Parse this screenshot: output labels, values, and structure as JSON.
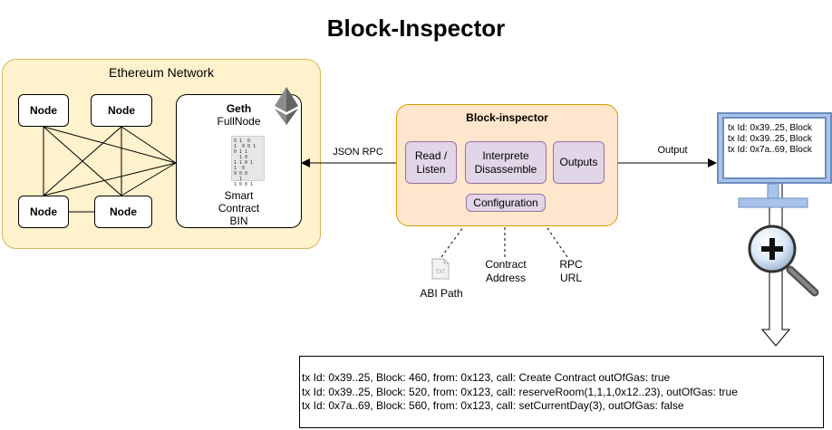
{
  "title": "Block-Inspector",
  "network": {
    "label": "Ethereum Network",
    "nodes": [
      "Node",
      "Node",
      "Node",
      "Node"
    ],
    "geth": {
      "title": "Geth",
      "subtitle": "FullNode",
      "contract_lines": [
        "Smart",
        "Contract",
        "BIN"
      ]
    }
  },
  "inspector": {
    "title": "Block-inspector",
    "read_listen": "Read / Listen",
    "interpret": "Interprete Disassemble",
    "outputs": "Outputs",
    "configuration": "Configuration"
  },
  "edges": {
    "json_rpc": "JSON RPC",
    "output": "Output"
  },
  "inputs": {
    "abi_icon_text": "TXT",
    "abi_path": "ABI Path",
    "contract_address": "Contract Address",
    "rpc_url": "RPC URL"
  },
  "monitor": {
    "lines": [
      "tx Id: 0x39..25, Block",
      "tx Id: 0x39..25, Block",
      "tx Id: 0x7a..69, Block"
    ]
  },
  "output_box": {
    "lines": [
      "tx Id: 0x39..25, Block: 460, from: 0x123, call: Create Contract  outOfGas: true",
      "tx Id: 0x39..25, Block: 520, from: 0x123, call: reserveRoom(1,1,1,0x12..23), outOfGas: true",
      "tx Id: 0x7a..69, Block: 560, from: 0x123, call: setCurrentDay(3), outOfGas: false"
    ]
  },
  "colors": {
    "network_fill": "#fff2cc",
    "inspector_fill": "#ffe6cc",
    "component_fill": "#e1d5e7",
    "monitor_fill": "#a9c4eb"
  },
  "icons": [
    "ethereum-logo-icon",
    "binary-file-icon",
    "txt-file-icon",
    "monitor-icon",
    "magnifier-plus-icon"
  ]
}
